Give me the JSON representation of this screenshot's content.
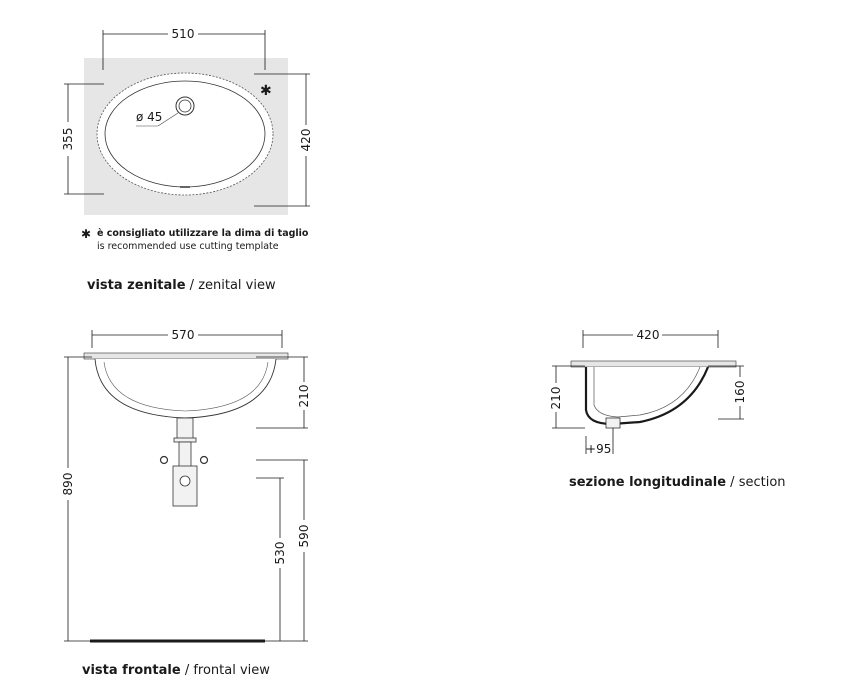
{
  "top_view": {
    "width": "510",
    "height_inner": "355",
    "height_outer": "420",
    "hole": "ø 45",
    "star": "✱",
    "note_it": "è consigliato utilizzare la dima di taglio",
    "note_en": "is recommended use cutting template",
    "caption_bold": "vista zenitale",
    "caption_rest": " / zenital view"
  },
  "front_view": {
    "width": "570",
    "basin_height": "210",
    "total_height": "890",
    "height_530": "530",
    "height_590": "590",
    "caption_bold": "vista frontale",
    "caption_rest": " / frontal view"
  },
  "section_view": {
    "width": "420",
    "height_210": "210",
    "height_160": "160",
    "offset_95": "95",
    "caption_bold": "sezione longitudinale",
    "caption_rest": " / section"
  },
  "colors": {
    "panel": "#e6e6e6",
    "ink": "#1a1a1a",
    "basin": "#ffffff"
  }
}
